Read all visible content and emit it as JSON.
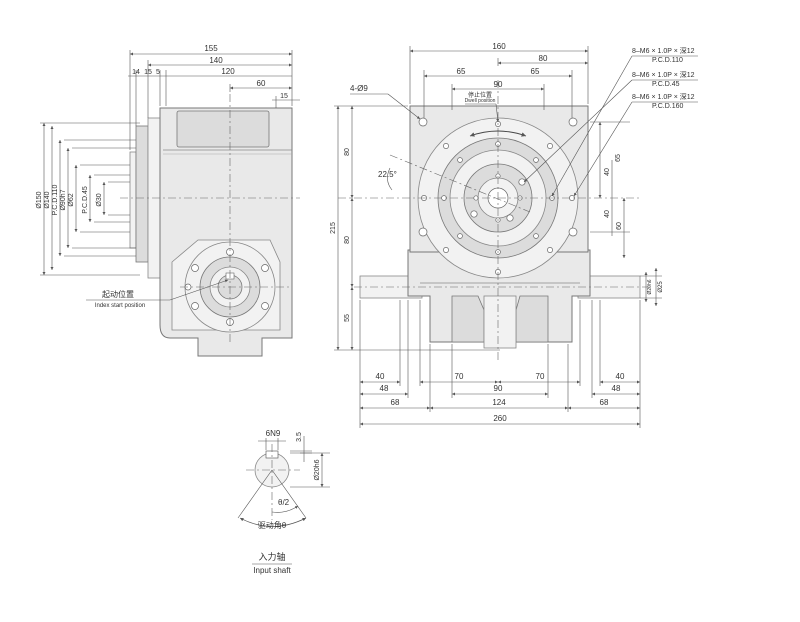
{
  "left_view": {
    "dims_top": [
      "155",
      "140",
      "14",
      "15",
      "5",
      "120",
      "60",
      "15"
    ],
    "dims_left": [
      "Ø150",
      "Ø140",
      "P.C.D.110",
      "Ø90h7",
      "Ø62",
      "P.C.D.45",
      "Ø30"
    ],
    "index_label_cn": "起动位置",
    "index_label_en": "Index start position"
  },
  "front_view": {
    "dims_top": [
      "160",
      "80",
      "65",
      "65",
      "90"
    ],
    "hole_label": "4-Ø9",
    "dwell_label_cn": "停止位置",
    "dwell_label_en": "Dwell position",
    "angle_label": "22.5°",
    "notes": [
      {
        "line1": "8–M6 × 1.0P × 深12",
        "line2": "P.C.D.110"
      },
      {
        "line1": "8–M6 × 1.0P × 深12",
        "line2": "P.C.D.45"
      },
      {
        "line1": "8–M6 × 1.0P × 深12",
        "line2": "P.C.D.160"
      }
    ],
    "dims_left": [
      "215",
      "80",
      "80",
      "55"
    ],
    "dims_right": [
      "65",
      "40",
      "40",
      "60"
    ],
    "shaft_dims": [
      "Ø20h6",
      "Ø25"
    ],
    "dims_bottom": [
      "40",
      "70",
      "70",
      "40",
      "48",
      "90",
      "48",
      "68",
      "124",
      "68",
      "260"
    ]
  },
  "shaft_view": {
    "key_label": "6N9",
    "depth_label": "3.5",
    "dia_label": "Ø20h6",
    "half_angle": "θ/2",
    "drive_angle": "驱动角θ",
    "title_cn": "入力轴",
    "title_en": "Input shaft"
  }
}
